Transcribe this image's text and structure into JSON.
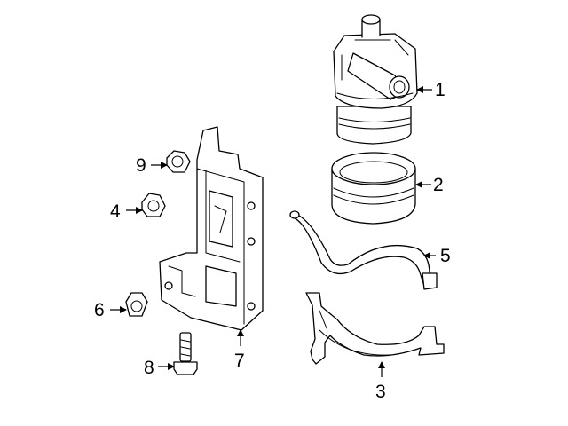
{
  "diagram": {
    "callouts": [
      {
        "id": "1",
        "label": "1"
      },
      {
        "id": "2",
        "label": "2"
      },
      {
        "id": "3",
        "label": "3"
      },
      {
        "id": "4",
        "label": "4"
      },
      {
        "id": "5",
        "label": "5"
      },
      {
        "id": "6",
        "label": "6"
      },
      {
        "id": "7",
        "label": "7"
      },
      {
        "id": "8",
        "label": "8"
      },
      {
        "id": "9",
        "label": "9"
      }
    ],
    "colors": {
      "line": "#000000",
      "background": "#ffffff"
    }
  }
}
